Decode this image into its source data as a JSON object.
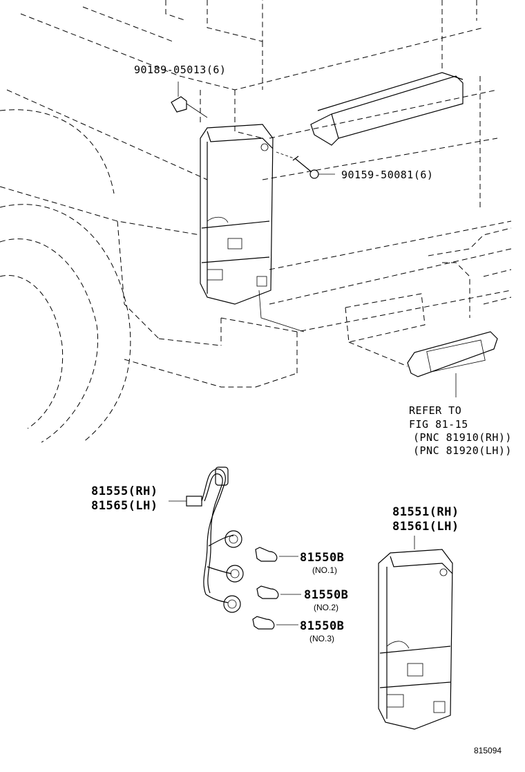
{
  "labels": {
    "screw_top": "90189-05013(6)",
    "screw_mid": "90159-50081(6)",
    "refer_1": "REFER TO",
    "refer_2": "FIG 81-15",
    "refer_3": "(PNC 81910(RH))",
    "refer_4": "(PNC 81920(LH))",
    "socket_rh": "81555(RH)",
    "socket_lh": "81565(LH)",
    "lamp_rh": "81551(RH)",
    "lamp_lh": "81561(LH)",
    "bulb1": "81550B",
    "bulb1_no": "(NO.1)",
    "bulb2": "81550B",
    "bulb2_no": "(NO.2)",
    "bulb3": "81550B",
    "bulb3_no": "(NO.3)",
    "figure_number": "815094"
  }
}
